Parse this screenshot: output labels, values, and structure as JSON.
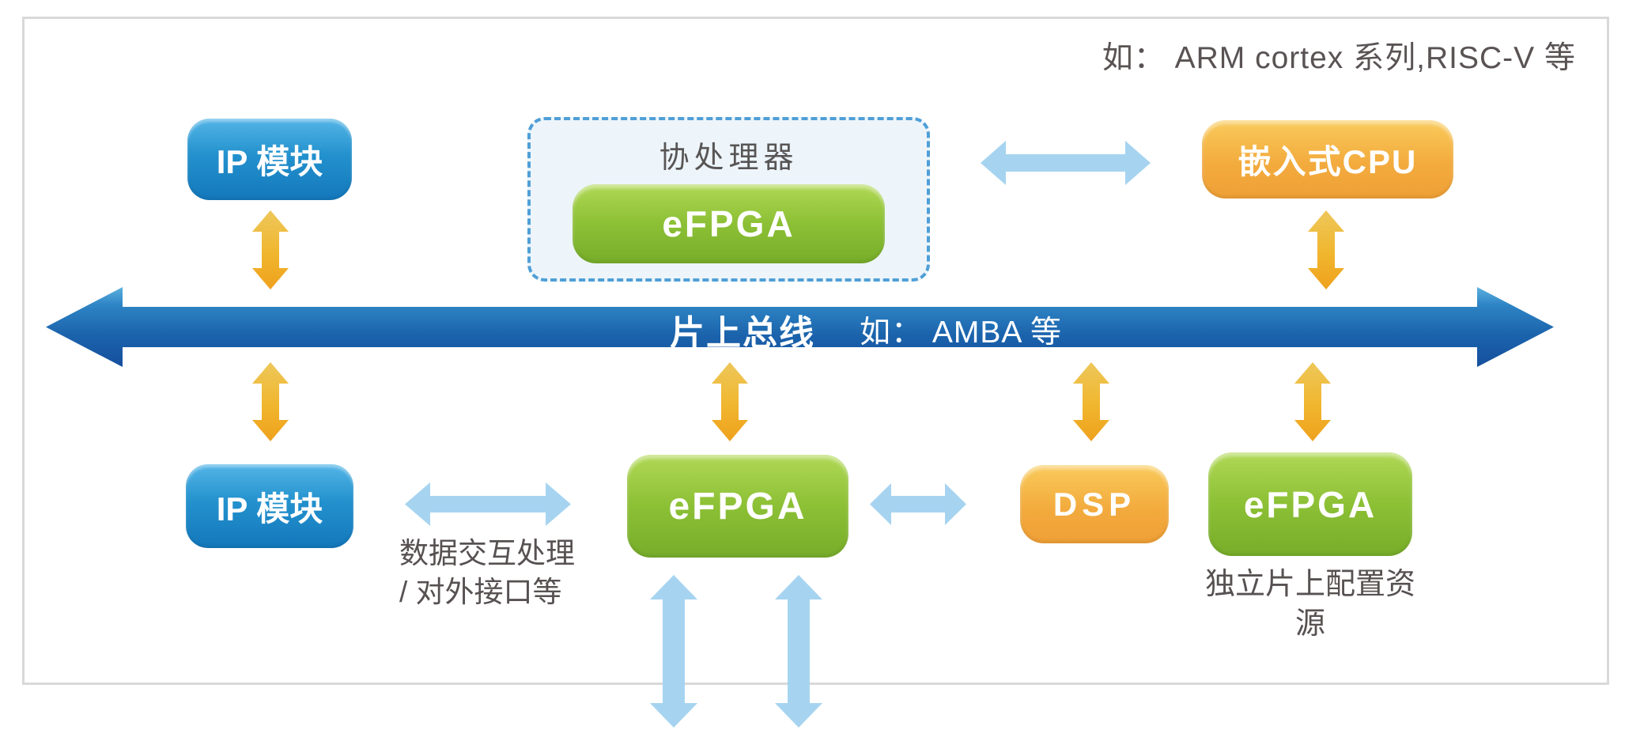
{
  "palette": {
    "blue_box": "#1e86c6",
    "green_box": "#8cc035",
    "orange_box": "#f2a93c",
    "gold_arrow": "#f0b42e",
    "light_blue_arrow": "#a6d4f0",
    "bus_blue": "#1b63ac",
    "frame_gray": "#d9d9d9",
    "dashed_border_blue": "#4f9fd7",
    "dashed_fill": "#edf5fb",
    "text_dark": "#575151"
  },
  "caption_top_right": "如： ARM cortex 系列,RISC-V 等",
  "boxes": {
    "ip_top": "IP 模块",
    "coprocessor_label": "协处理器",
    "coprocessor_chip": "eFPGA",
    "embedded_cpu": "嵌入式CPU",
    "ip_bottom": "IP 模块",
    "efpga_center": "eFPGA",
    "dsp": "DSP",
    "efpga_right": "eFPGA"
  },
  "bus": {
    "label": "片上总线",
    "example": "如： AMBA 等"
  },
  "notes": {
    "data_interface_line1": "数据交互处理",
    "data_interface_line2": "/ 对外接口等",
    "config_resource": "独立片上配置资源"
  }
}
